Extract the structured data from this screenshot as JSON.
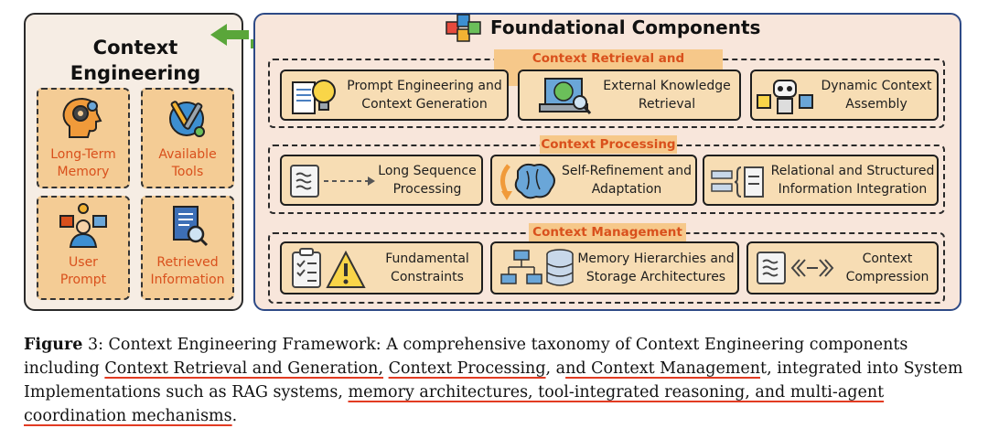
{
  "left": {
    "title_line1": "Context",
    "title_line2": "Engineering",
    "tiles": [
      {
        "label_line1": "Long-Term",
        "label_line2": "Memory",
        "icon": "head-gears-icon"
      },
      {
        "label_line1": "Available",
        "label_line2": "Tools",
        "icon": "tools-icon"
      },
      {
        "label_line1": "User",
        "label_line2": "Prompt",
        "icon": "user-screen-icon"
      },
      {
        "label_line1": "Retrieved",
        "label_line2": "Information",
        "icon": "document-search-icon"
      }
    ]
  },
  "right": {
    "title": "Foundational Components",
    "sections": [
      {
        "tag": "Context Retrieval and Generation",
        "cards": [
          {
            "line1": "Prompt Engineering and",
            "line2": "Context Generation",
            "icon": "lightbulb-document-icon"
          },
          {
            "line1": "External Knowledge",
            "line2": "Retrieval",
            "icon": "laptop-globe-icon"
          },
          {
            "line1": "Dynamic Context",
            "line2": "Assembly",
            "icon": "robot-puzzle-icon"
          }
        ]
      },
      {
        "tag": "Context Processing",
        "cards": [
          {
            "line1": "Long Sequence",
            "line2": "Processing",
            "icon": "sequence-arrow-icon"
          },
          {
            "line1": "Self-Refinement and",
            "line2": "Adaptation",
            "icon": "brain-cycle-icon"
          },
          {
            "line1": "Relational and Structured",
            "line2": "Information Integration",
            "icon": "structure-icon"
          }
        ]
      },
      {
        "tag": "Context Management",
        "cards": [
          {
            "line1": "Fundamental",
            "line2": "Constraints",
            "icon": "checklist-warning-icon"
          },
          {
            "line1": "Memory Hierarchies and",
            "line2": "Storage Architectures",
            "icon": "hierarchy-database-icon"
          },
          {
            "line1": "Context",
            "line2": "Compression",
            "icon": "compression-icon"
          }
        ]
      }
    ]
  },
  "caption": {
    "label": "Figure",
    "number": " 3: ",
    "part1": "Context Engineering Framework: A comprehensive taxonomy of Context Engineering components including ",
    "u1": "Context Retrieval and Generation,",
    "part2": " ",
    "u2": "Context Processing",
    "part3": ", a",
    "u3": "nd Context Managemen",
    "part4": "t, integrated into System Implementations such as RAG systems, ",
    "u4": "memory architectures, tool-integrated reasoning, and multi-agent coordination mechanisms",
    "part5": "."
  },
  "colors": {
    "tile_fill": "#f4cc95",
    "tile_text": "#d9501c",
    "card_fill": "#f7ddb4",
    "right_bg": "#f8e6db",
    "left_bg": "#f6ede4",
    "arrow": "#5aa63a",
    "underline": "#e23b22"
  }
}
